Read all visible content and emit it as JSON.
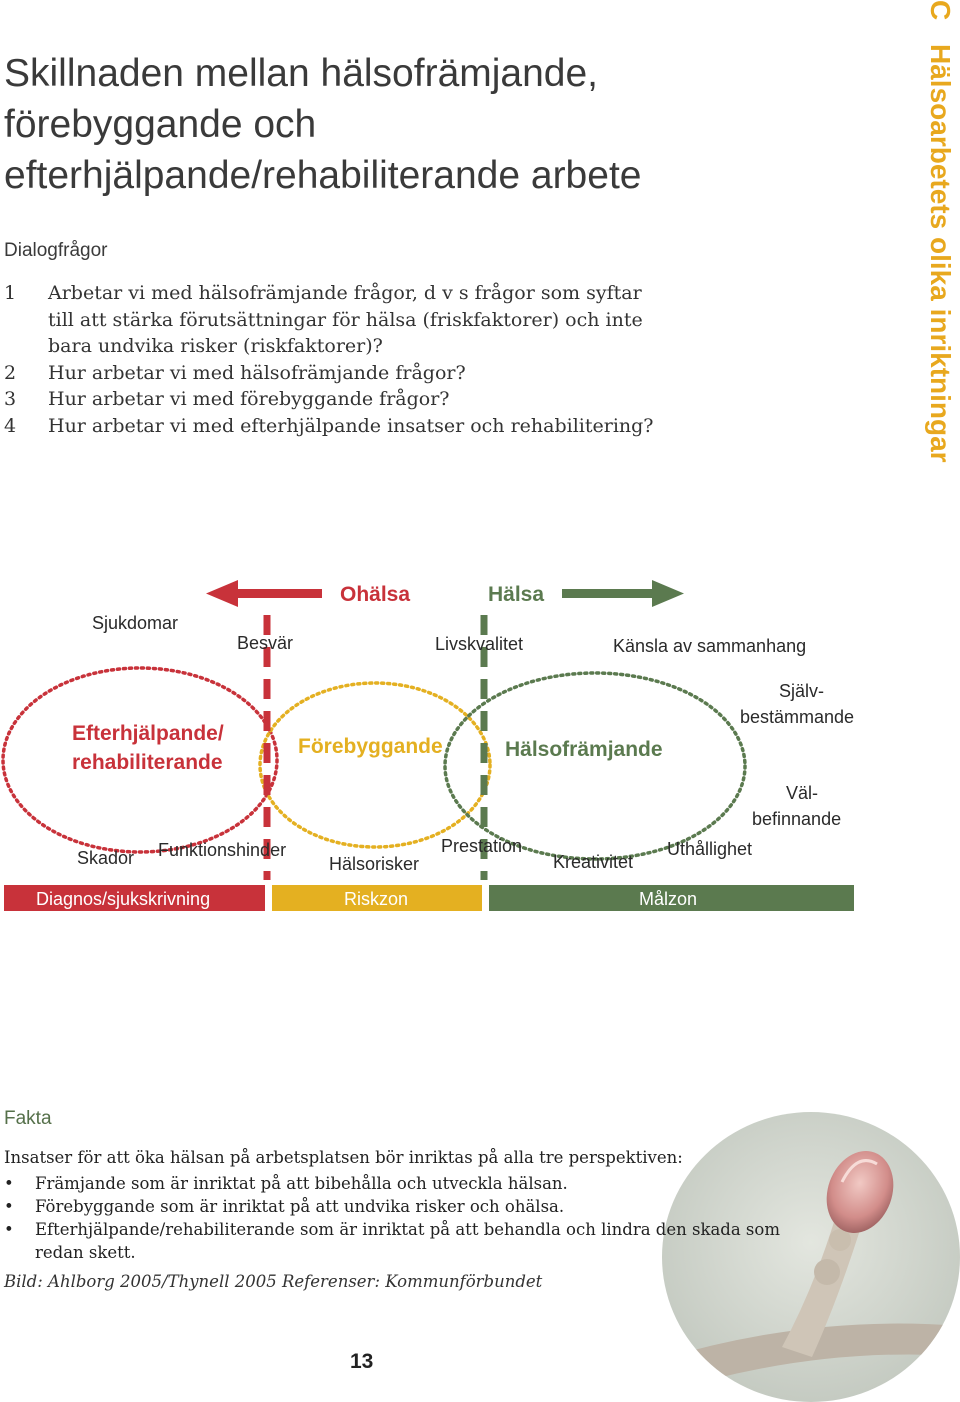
{
  "page": {
    "title_lines": [
      "Skillnaden mellan hälsofrämjande,",
      "förebyggande och",
      "efterhjälpande/rehabiliterande arbete"
    ],
    "subhead": "Dialogfrågor",
    "questions": [
      {
        "num": "1",
        "lines": [
          "Arbetar vi med hälsofrämjande frågor, d v s frågor som syftar",
          "till att stärka förutsättningar för hälsa (friskfaktorer) och inte",
          "bara undvika risker (riskfaktorer)?"
        ]
      },
      {
        "num": "2",
        "lines": [
          "Hur arbetar vi med hälsofrämjande frågor?"
        ]
      },
      {
        "num": "3",
        "lines": [
          "Hur arbetar vi med förebyggande frågor?"
        ]
      },
      {
        "num": "4",
        "lines": [
          "Hur arbetar vi med efterhjälpande insatser och rehabilitering?"
        ]
      }
    ],
    "side_letter": "C",
    "side_title": "Hälsoarbetets olika inriktningar",
    "page_number": "13"
  },
  "diagram": {
    "arrow_labels": {
      "left": "Ohälsa",
      "right": "Hälsa"
    },
    "zone_titles": {
      "rehab_line1": "Efterhjälpande/",
      "rehab_line2": "rehabiliterande",
      "preventive": "Förebyggande",
      "promotive": "Hälsofrämjande"
    },
    "words": {
      "sjukdomar": "Sjukdomar",
      "besvar": "Besvär",
      "livskvalitet": "Livskvalitet",
      "kansla": "Känsla av sammanhang",
      "sjalv1": "Själv-",
      "sjalv2": "bestämmande",
      "val1": "Väl-",
      "val2": "befinnande",
      "skador": "Skador",
      "funktionshinder": "Funktionshinder",
      "halsorisker": "Hälsorisker",
      "prestation": "Prestation",
      "kreativitet": "Kreativitet",
      "uthallighet": "Uthållighet"
    },
    "bars": {
      "red": "Diagnos/sjukskrivning",
      "yellow": "Riskzon",
      "green": "Målzon"
    },
    "colors": {
      "red": "#c8323a",
      "yellow": "#e4b021",
      "green": "#5b7a4f"
    }
  },
  "fakta": {
    "heading": "Fakta",
    "intro": "Insatser för att öka hälsan på arbetsplatsen bör inriktas på alla tre perspektiven:",
    "bullets": [
      [
        "Främjande som är inriktat på att bibehålla och utveckla hälsan."
      ],
      [
        "Förebyggande som är inriktat på att undvika risker och ohälsa."
      ],
      [
        "Efterhjälpande/rehabiliterande som är inriktat på att behandla och lindra den skada som",
        "redan skett."
      ]
    ],
    "caption": "Bild: Ahlborg 2005/Thynell 2005  Referenser: Kommunförbundet"
  }
}
